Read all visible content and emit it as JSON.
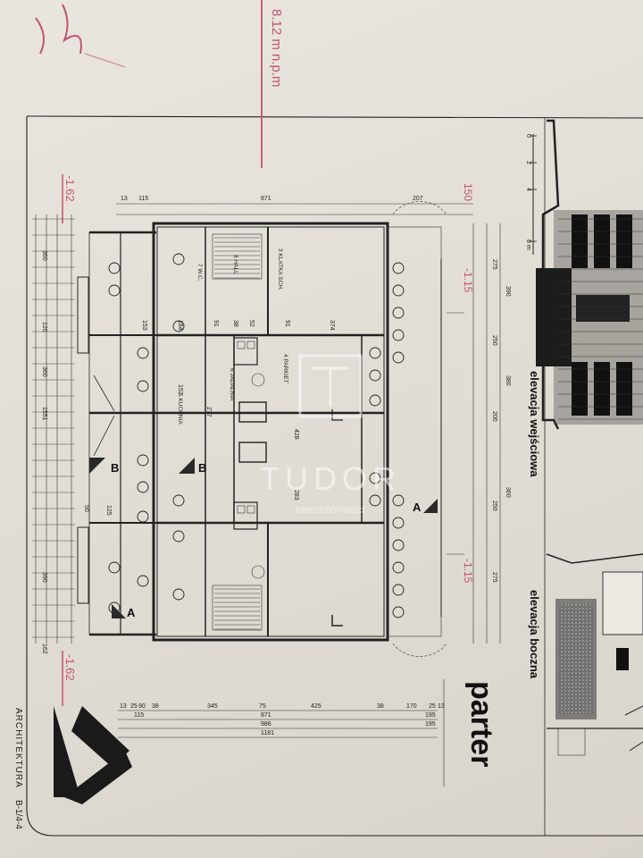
{
  "annotations": {
    "pink_height": "8.12 m n.p.m",
    "level_top": "-1.62",
    "level_bottom": "-1.62",
    "level_right_top": "-1.15",
    "level_right_bottom": "-1.15",
    "dim_150": "150"
  },
  "titles": {
    "entrance_elevation": "elevacja wejściowa",
    "side_elevation": "elevacja boczna",
    "floor": "parter"
  },
  "corner": {
    "discipline": "ARCHITEKTURA",
    "sheet_code": "B-1/4-4"
  },
  "scale_labels": [
    "0",
    "2",
    "4",
    "8 m"
  ],
  "rooms": [
    "3 KLATKA SCH.",
    "4 PARKIET",
    "5 KUCHNIA",
    "6 JADALNIA",
    "7 W.C.",
    "8 HALL"
  ],
  "section_marks": [
    "A",
    "A",
    "B",
    "B"
  ],
  "dims_top": [
    "13",
    "115",
    "871",
    "207"
  ],
  "dims_bottom_row1": [
    "13",
    "25",
    "90",
    "38",
    "345",
    "75",
    "425",
    "38",
    "170",
    "25",
    "13"
  ],
  "dims_bottom_row2": [
    "115",
    "871",
    "195"
  ],
  "dims_bottom_row3": [
    "986",
    "195"
  ],
  "dims_bottom_row4": [
    "1181"
  ],
  "dims_inner": [
    "153",
    "184",
    "91",
    "38",
    "52",
    "91",
    "374",
    "152",
    "277",
    "428",
    "283",
    "125",
    "50"
  ],
  "dims_left": [
    "1551",
    "360",
    "120",
    "360",
    "390",
    "162"
  ],
  "dims_right": [
    "275",
    "250",
    "200",
    "250",
    "275",
    "390",
    "380",
    "360"
  ],
  "watermark": {
    "name": "TUDOR",
    "tagline": "nieruchomości"
  }
}
